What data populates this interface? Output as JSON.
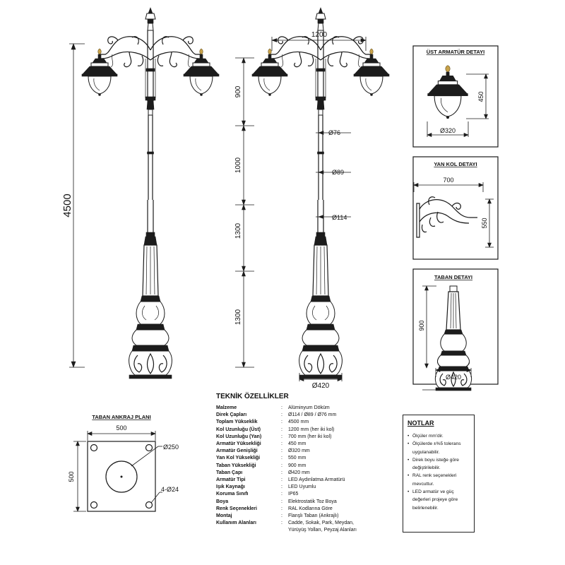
{
  "main_view": {
    "total_height_label": "4500"
  },
  "side_view": {
    "arm_span_label": "1200",
    "segment_labels": [
      "900",
      "1000",
      "1300",
      "1300"
    ],
    "diameter_labels": [
      "Ø76",
      "Ø89",
      "Ø114"
    ],
    "base_diameter_label": "Ø420"
  },
  "details": {
    "top_fixture": {
      "title": "ÜST ARMATÜR DETAYI",
      "height_label": "450",
      "diameter_label": "Ø320"
    },
    "side_arm": {
      "title": "YAN KOL DETAYI",
      "width_label": "700",
      "height_label": "550"
    },
    "base": {
      "title": "TABAN DETAYI",
      "height_label": "900",
      "diameter_label": "Ø420"
    }
  },
  "anchor_plan": {
    "title": "TABAN ANKRAJ PLANI",
    "width_label": "500",
    "height_label": "500",
    "center_hole_label": "Ø250",
    "bolt_holes_label": "4-Ø24"
  },
  "specs": {
    "title": "TEKNİK ÖZELLİKLER",
    "rows": [
      {
        "label": "Malzeme",
        "value": "Alüminyum Döküm"
      },
      {
        "label": "Direk Çapları",
        "value": "Ø114 / Ø89 / Ø76 mm"
      },
      {
        "label": "Toplam Yükseklik",
        "value": "4500 mm"
      },
      {
        "label": "Kol Uzunluğu (Üst)",
        "value": "1200 mm (her iki kol)"
      },
      {
        "label": "Kol Uzunluğu (Yan)",
        "value": "700 mm (her iki kol)"
      },
      {
        "label": "Armatür Yüksekliği",
        "value": "450 mm"
      },
      {
        "label": "Armatür Genişliği",
        "value": "Ø320 mm"
      },
      {
        "label": "Yan Kol Yüksekliği",
        "value": "550 mm"
      },
      {
        "label": "Taban Yüksekliği",
        "value": "900 mm"
      },
      {
        "label": "Taban Çapı",
        "value": "Ø420 mm"
      },
      {
        "label": "Armatür Tipi",
        "value": "LED Aydınlatma Armatürü"
      },
      {
        "label": "Işık Kaynağı",
        "value": "LED Uyumlu"
      },
      {
        "label": "Koruma Sınıfı",
        "value": "IP65"
      },
      {
        "label": "Boya",
        "value": "Elektrostatik Toz Boya"
      },
      {
        "label": "Renk Seçenekleri",
        "value": "RAL Kodlarına Göre"
      },
      {
        "label": "Montaj",
        "value": "Flanşlı Taban (Ankrajlı)"
      },
      {
        "label": "Kullanım Alanları",
        "value": "Cadde, Sokak, Park, Meydan,\nYürüyüş Yolları, Peyzaj Alanları"
      }
    ]
  },
  "notes": {
    "title": "NOTLAR",
    "items": [
      "Ölçüler mm'dir.",
      "Ölçülerde ±%5 tolerans uygulanabilir.",
      "Direk boyu isteğe göre değiştirilebilir.",
      "RAL renk seçenekleri mevcuttur.",
      "LED armatür ve güç değerleri projeye göre belirlenebilir."
    ]
  }
}
